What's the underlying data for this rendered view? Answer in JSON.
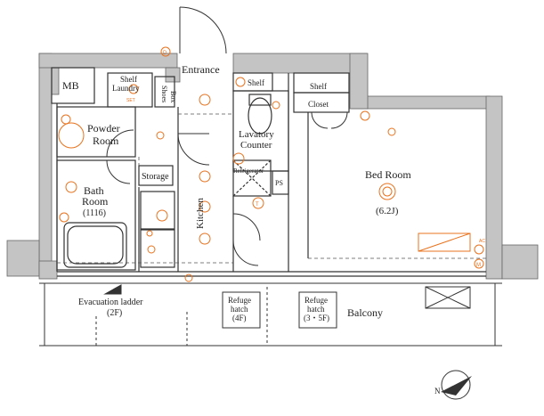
{
  "rooms": {
    "mb": "MB",
    "entrance": "Entrance",
    "shelf_laundry_1": "Shelf",
    "shelf_laundry_2": "Laundry",
    "shoes_box_1": "Shoes",
    "shoes_box_2": "Box",
    "shelf_lav": "Shelf",
    "shelf_top": "Shelf",
    "closet": "Closet",
    "powder_1": "Powder",
    "powder_2": "Room",
    "lavatory_1": "Lavatory",
    "lavatory_2": "Counter",
    "refrigerator": "Refrigerator",
    "storage": "Storage",
    "ps": "PS",
    "bath_1": "Bath",
    "bath_2": "Room",
    "bath_3": "(1116)",
    "bed_room": "Bed Room",
    "bed_size": "(6.2J)",
    "kitchen": "Kitchen",
    "balcony": "Balcony"
  },
  "notes": {
    "evac_1": "Evacuation ladder",
    "evac_2": "(2F)",
    "hatch1_1": "Refuge",
    "hatch1_2": "hatch",
    "hatch1_3": "(4F)",
    "hatch2_1": "Refuge",
    "hatch2_2": "hatch",
    "hatch2_3": "(3・5F)"
  },
  "symbols": {
    "d": "D",
    "t": "T",
    "m": "M",
    "set": "SET",
    "ac": "AC",
    "n": "N"
  },
  "colors": {
    "wall": "#bdbdbd",
    "line": "#333333",
    "electric": "#e8731e"
  }
}
